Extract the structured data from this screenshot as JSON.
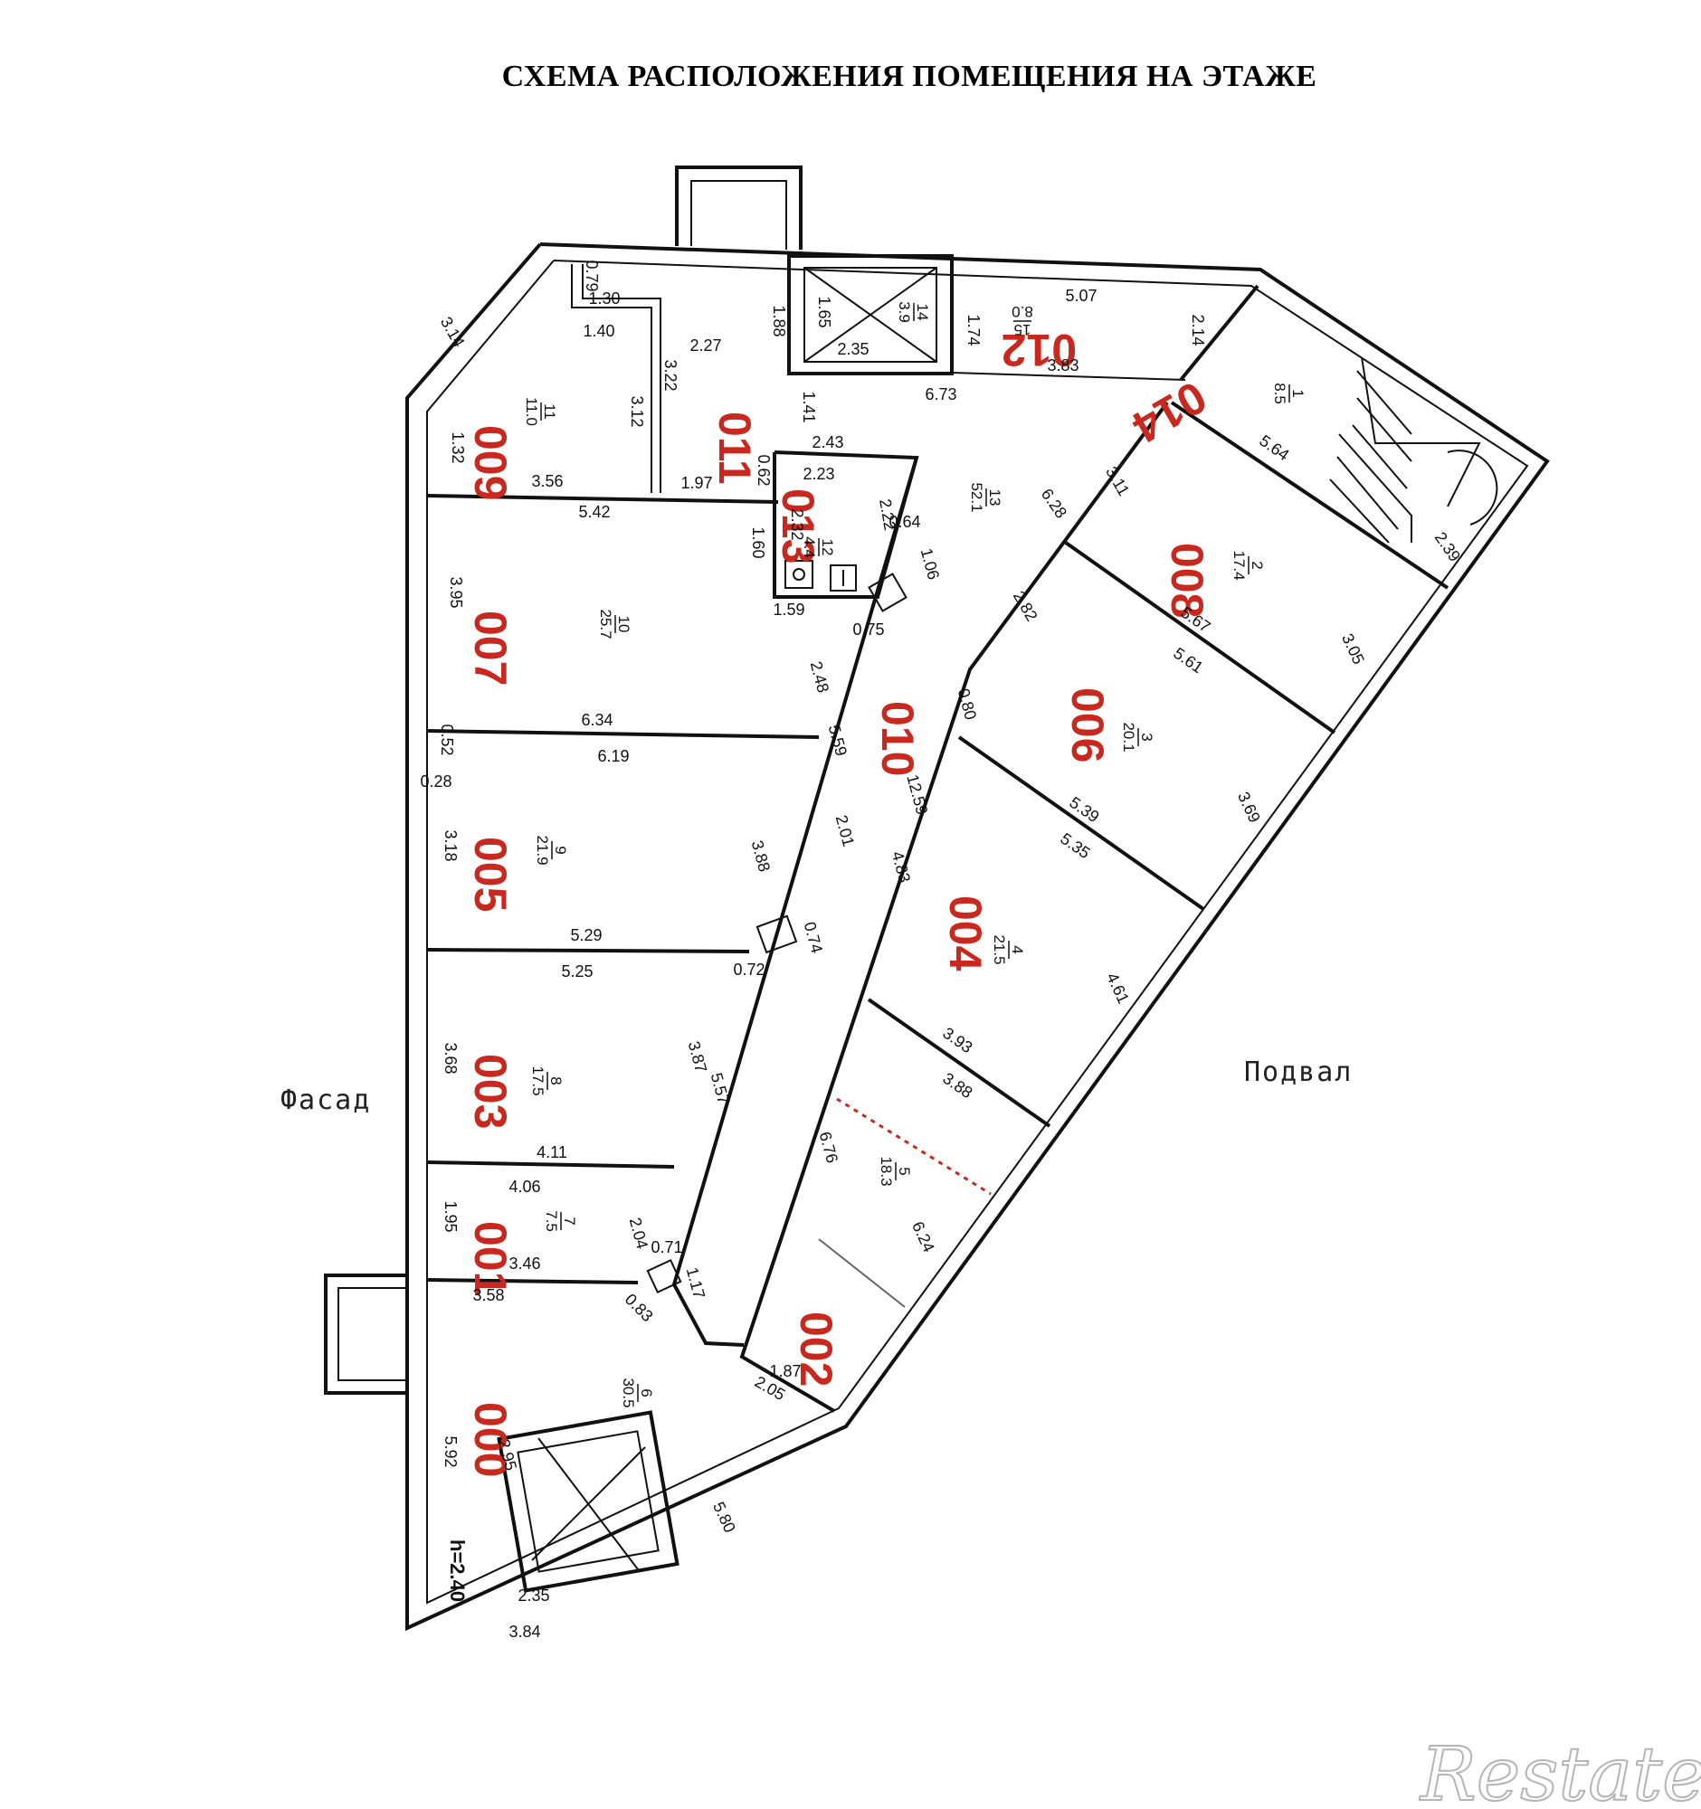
{
  "title": "СХЕМА РАСПОЛОЖЕНИЯ ПОМЕЩЕНИЯ НА ЭТАЖЕ",
  "labels": {
    "facade": "Фасад",
    "basement": "Подвал",
    "height": "h=2.40",
    "watermark": "Restate"
  },
  "accent_color": "#c8281e",
  "rooms": [
    {
      "id": "009",
      "num": "11",
      "area": "11.0"
    },
    {
      "id": "011",
      "num": "",
      "area": ""
    },
    {
      "id": "012",
      "num": "15",
      "area": "8.0"
    },
    {
      "id": "014",
      "num": "1",
      "area": "8.5"
    },
    {
      "id": "013",
      "num": "12",
      "area": "4.4"
    },
    {
      "id": "007",
      "num": "10",
      "area": "25.7"
    },
    {
      "id": "010",
      "num": "13",
      "area": "52.1"
    },
    {
      "id": "008",
      "num": "2",
      "area": "17.4"
    },
    {
      "id": "006",
      "num": "3",
      "area": "20.1"
    },
    {
      "id": "005",
      "num": "9",
      "area": "21.9"
    },
    {
      "id": "004",
      "num": "4",
      "area": "21.5"
    },
    {
      "id": "003",
      "num": "8",
      "area": "17.5"
    },
    {
      "id": "001",
      "num": "7",
      "area": "7.5"
    },
    {
      "id": "002",
      "num": "5",
      "area": "18.3"
    },
    {
      "id": "000",
      "num": "6",
      "area": "30.5"
    }
  ],
  "shaft_top": {
    "num": "14",
    "area": "3.9"
  },
  "dimensions": {
    "d0": "3.14",
    "d1": "0.79",
    "d2": "1.30",
    "d3": "1.40",
    "d4": "2.27",
    "d5": "1.88",
    "d6": "1.65",
    "d7": "2.35",
    "d8": "1.74",
    "d9": "5.07",
    "d10": "2.14",
    "d11": "3.83",
    "d12": "6.73",
    "d13": "3.22",
    "d14": "3.12",
    "d15": "1.32",
    "d16": "3.56",
    "d17": "1.97",
    "d18": "0.62",
    "d19": "1.41",
    "d20": "2.43",
    "d21": "2.23",
    "d22": "5.42",
    "d23": "2.32",
    "d24": "1.60",
    "d25": "2.22",
    "d26": "0.64",
    "d27": "1.06",
    "d28": "1.59",
    "d29": "0.75",
    "d30": "3.95",
    "d31": "6.34",
    "d32": "6.19",
    "d33": "0.52",
    "d34": "0.28",
    "d35": "2.48",
    "d36": "5.59",
    "d37": "3.18",
    "d38": "3.88",
    "d39": "2.01",
    "d40": "12.59",
    "d41": "4.83",
    "d42": "5.29",
    "d43": "5.25",
    "d44": "0.74",
    "d45": "0.72",
    "d46": "3.68",
    "d47": "3.87",
    "d48": "5.57",
    "d49": "4.11",
    "d50": "4.06",
    "d51": "1.95",
    "d52": "3.46",
    "d53": "2.04",
    "d54": "0.71",
    "d55": "1.17",
    "d56": "3.58",
    "d57": "0.83",
    "d58": "1.87",
    "d59": "2.05",
    "d60": "5.92",
    "d61": "2.95",
    "d62": "2.35",
    "d63": "3.84",
    "d64": "5.80",
    "d65": "6.76",
    "d66": "6.24",
    "d67": "3.93",
    "d68": "3.88",
    "d69": "4.61",
    "d70": "5.39",
    "d71": "5.35",
    "d72": "3.69",
    "d73": "0.80",
    "d74": "5.67",
    "d75": "5.61",
    "d76": "3.05",
    "d77": "2.82",
    "d78": "6.28",
    "d79": "3.11",
    "d80": "5.64",
    "d81": "2.39"
  }
}
